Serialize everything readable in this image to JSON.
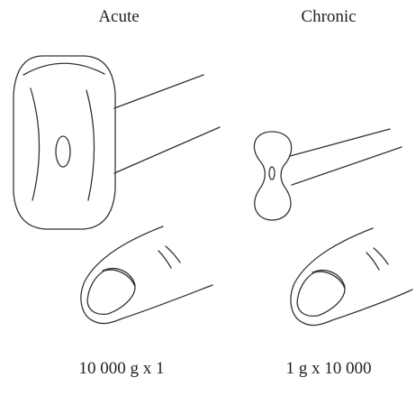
{
  "acute": {
    "title": "Acute",
    "caption": "10 000 g  x  1"
  },
  "chronic": {
    "title": "Chronic",
    "caption": "1 g  x 10 000"
  },
  "colors": {
    "line": "#333333",
    "background": "#ffffff"
  }
}
